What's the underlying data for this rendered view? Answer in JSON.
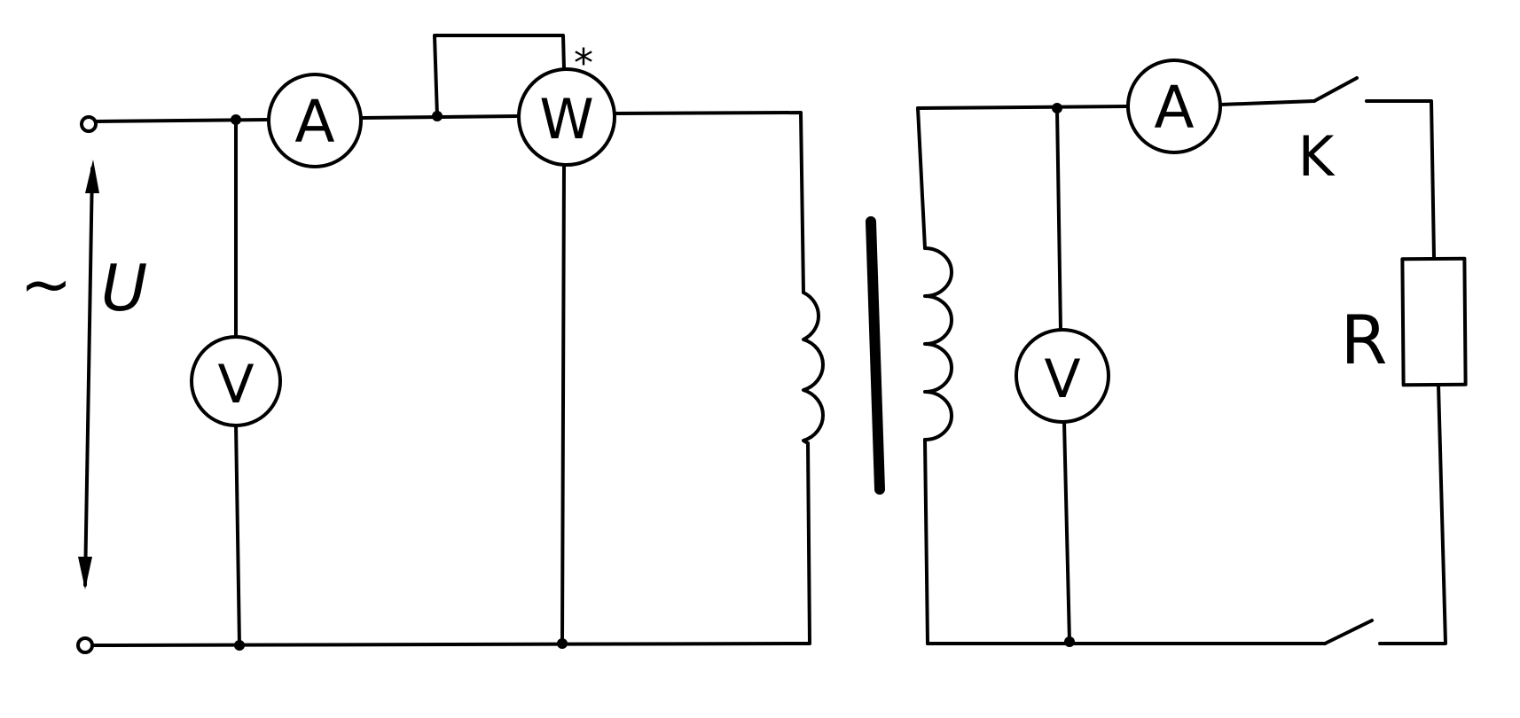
{
  "source": {
    "symbol": "~",
    "voltage_label": "U"
  },
  "primary": {
    "ammeter": "A",
    "wattmeter": "W",
    "wattmeter_marker": "*",
    "voltmeter": "V"
  },
  "secondary": {
    "ammeter": "A",
    "voltmeter": "V",
    "switch_label": "K",
    "resistor_label": "R"
  },
  "colors": {
    "ink": "#000000",
    "paper": "#ffffff"
  }
}
